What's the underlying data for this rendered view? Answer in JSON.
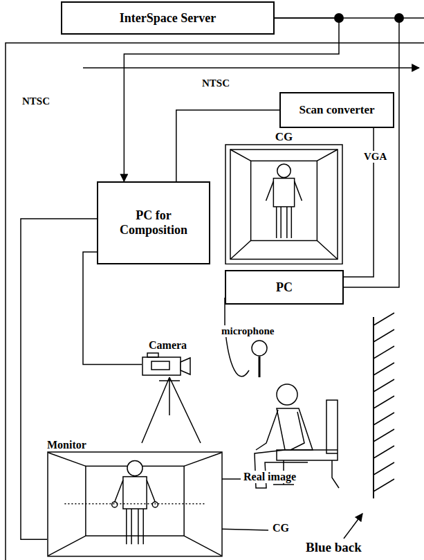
{
  "diagram": {
    "nodes": [
      {
        "text": [
          "InterSpace Server"
        ]
      },
      {
        "text": [
          "Scan converter"
        ]
      },
      {
        "text": [
          "PC for Composition"
        ]
      },
      {
        "text": [
          "CG"
        ]
      },
      {
        "text": [
          "PC"
        ]
      },
      {
        "text": [
          "Camera"
        ]
      },
      {
        "text": [
          "Monitor"
        ]
      }
    ],
    "edges": [
      {
        "from": 0,
        "to": 2,
        "arrow": "to"
      },
      {
        "from": 0,
        "to": 4,
        "arrow": "none"
      },
      {
        "from": 1,
        "to": 2,
        "arrow": "none"
      },
      {
        "from": 4,
        "to": 1,
        "arrow": "none"
      },
      {
        "from": 5,
        "to": 2,
        "arrow": "none"
      },
      {
        "from": 2,
        "to": 6,
        "arrow": "none"
      }
    ],
    "labels": [
      "NTSC",
      "NTSC",
      "VGA",
      "microphone",
      "Real image",
      "CG",
      "Blue back"
    ]
  }
}
